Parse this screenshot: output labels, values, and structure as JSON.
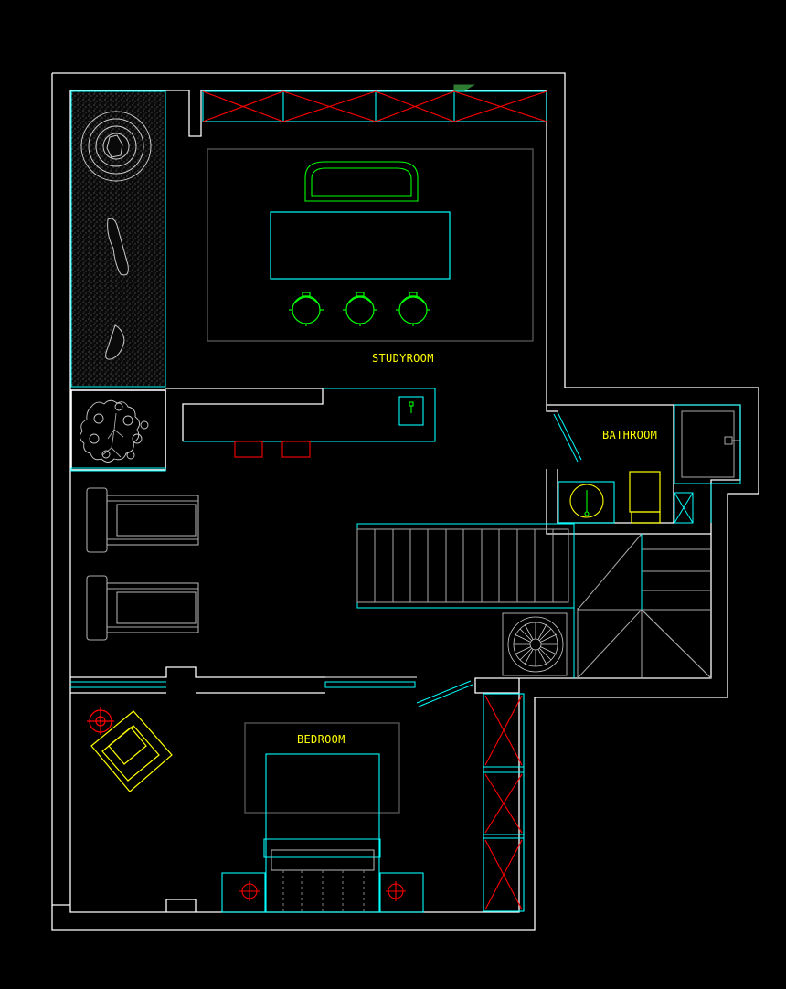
{
  "rooms": {
    "study": "STUDYROOM",
    "bathroom": "BATHROOM",
    "bedroom": "BEDROOM"
  },
  "colors": {
    "background": "#000000",
    "wall": "#ffffff",
    "furniture_cyan": "#00ffff",
    "chair_green": "#00ff00",
    "cross_red": "#ff0000",
    "label_yellow": "#ffff00",
    "grey_detail": "#aaaaaa",
    "rug_grey": "#5a5a5a"
  },
  "icons": {
    "stone_garden": "zen-garden-icon",
    "tree": "tree-plan-icon",
    "treadmill": "treadmill-icon",
    "plant": "potted-plant-icon",
    "lamp": "lamp-icon",
    "armchair": "armchair-icon",
    "toilet": "toilet-icon",
    "sink": "sink-icon"
  }
}
